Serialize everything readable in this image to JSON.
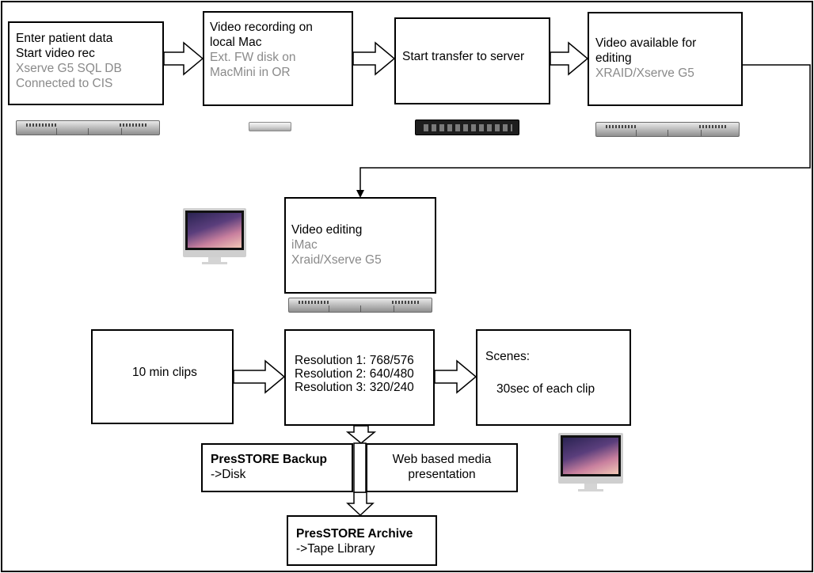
{
  "boxes": {
    "patient": {
      "line1": "Enter patient data",
      "line2": "Start video rec",
      "line3": "Xserve G5 SQL DB",
      "line4": "Connected to CIS"
    },
    "record": {
      "line1": "Video recording on",
      "line2": "local Mac",
      "line3": "Ext. FW disk on",
      "line4": "MacMini in OR"
    },
    "transfer": {
      "line1": "Start transfer to server"
    },
    "avail": {
      "line1": "Video available for",
      "line2": "editing",
      "line3": "XRAID/Xserve G5"
    },
    "edit": {
      "line1": "Video editing",
      "line2": "iMac",
      "line3": "Xraid/Xserve G5"
    },
    "clips": {
      "line1": "10 min clips"
    },
    "res": {
      "line1": "Resolution 1: 768/576",
      "line2": "Resolution 2: 640/480",
      "line3": "Resolution 3: 320/240"
    },
    "scenes": {
      "line1": "Scenes:",
      "line2": "30sec of each clip"
    },
    "backup": {
      "line1": "PresSTORE Backup",
      "line2": "->Disk"
    },
    "web": {
      "line1": "Web based media",
      "line2": "presentation"
    },
    "archive": {
      "line1": "PresSTORE Archive",
      "line2": "->Tape Library"
    }
  },
  "devices": {
    "rack_server_1": "xserve-rack-icon",
    "mac_mini": "mac-mini-icon",
    "network_switch": "network-switch-icon",
    "rack_server_2": "xserve-rack-icon",
    "rack_server_3": "xserve-rack-icon",
    "imac_1": "imac-icon",
    "imac_2": "imac-icon"
  },
  "colors": {
    "text": "#000000",
    "secondary_text": "#8a8a8a",
    "border": "#000000"
  }
}
